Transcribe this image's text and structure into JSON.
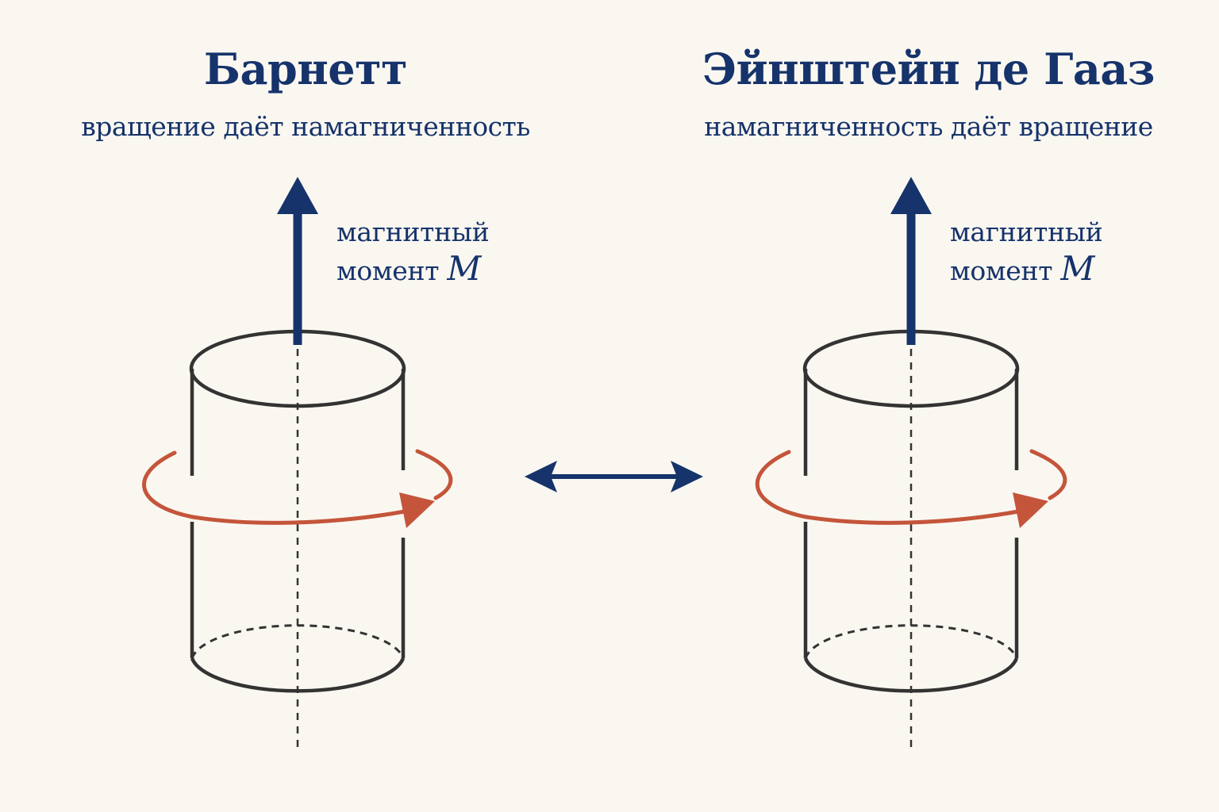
{
  "panels": [
    {
      "title": "Барнетт",
      "subtitle": "вращение даёт намагниченность",
      "moment_label_line1": "магнитный",
      "moment_label_line2": "момент",
      "moment_symbol": "M"
    },
    {
      "title": "Эйнштейн де Гааз",
      "subtitle": "намагниченность даёт вращение",
      "moment_label_line1": "магнитный",
      "moment_label_line2": "момент",
      "moment_symbol": "M"
    }
  ],
  "colors": {
    "background": "#FAF7F1",
    "navy": "#16336B",
    "rotation": "#C4553A",
    "outline": "#333333"
  },
  "icons": {
    "moment_arrow": "up-arrow-icon",
    "rotation_arrow": "circular-arrow-icon",
    "equivalence_arrow": "double-headed-arrow-icon"
  }
}
